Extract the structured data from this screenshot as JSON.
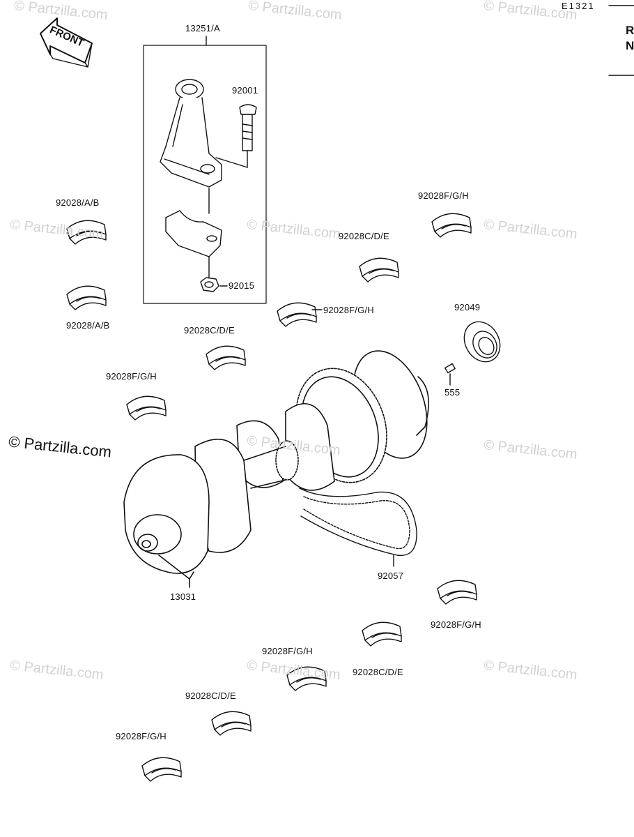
{
  "header": {
    "diagram_code": "E1321",
    "cut_1": "R",
    "cut_2": "N"
  },
  "arrow": {
    "label": "FRONT"
  },
  "watermarks": {
    "text": "© Partzilla.com",
    "main": "© Partzilla.com"
  },
  "labels": {
    "conn_rod_assy": "13251/A",
    "bolt": "92001",
    "bearing_ab_1": "92028/A/B",
    "bearing_ab_2": "92028/A/B",
    "nut": "92015",
    "bearing_fgh_top": "92028F/G/H",
    "bearing_cde_top": "92028C/D/E",
    "bearing_fgh_mid": "92028F/G/H",
    "oil_seal": "92049",
    "bearing_cde_left": "92028C/D/E",
    "bearing_fgh_left": "92028F/G/H",
    "pin": "555",
    "crankshaft": "13031",
    "chain": "92057",
    "bearing_fgh_right": "92028F/G/H",
    "bearing_fgh_bottom1": "92028F/G/H",
    "bearing_cde_right": "92028C/D/E",
    "bearing_cde_bottom": "92028C/D/E",
    "bearing_fgh_bottom2": "92028F/G/H"
  }
}
